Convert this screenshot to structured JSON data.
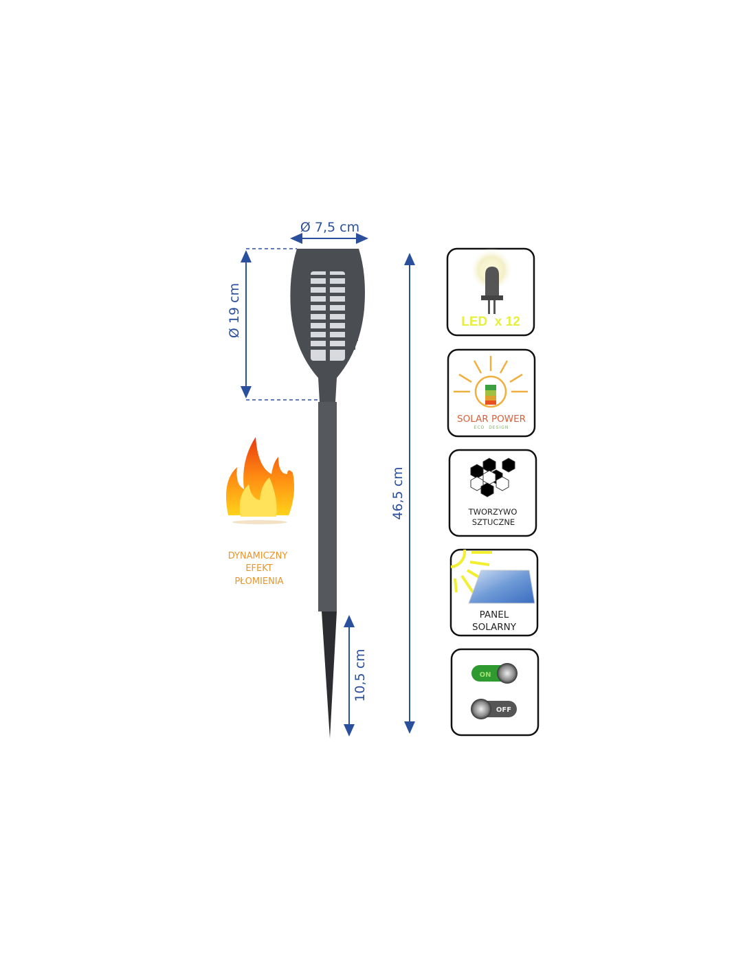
{
  "dimensions": {
    "head_diameter": "Ø 7,5 cm",
    "head_height": "Ø 19 cm",
    "total_height": "46,5 cm",
    "spike_length": "10,5 cm"
  },
  "flame_effect": {
    "lines": [
      "DYNAMICZNY",
      "EFEKT",
      "PŁOMIENIA"
    ]
  },
  "features": [
    {
      "icon": "led-icon",
      "label": "LED  x 12"
    },
    {
      "icon": "solar-power-icon",
      "label": "SOLAR POWER",
      "sublabel": "ECO  DESIGN"
    },
    {
      "icon": "plastic-hexagon-icon",
      "lines": [
        "TWORZYWO",
        "SZTUCZNE"
      ]
    },
    {
      "icon": "solar-panel-icon",
      "lines": [
        "PANEL",
        "SOLARNY"
      ]
    },
    {
      "icon": "on-off-switch-icon",
      "on_label": "ON",
      "off_label": "OFF"
    }
  ],
  "colors": {
    "dimension": "#2a4f9c",
    "orange_text": "#e8952a",
    "led_text": "#e6f03a",
    "torch": "#4a4d52"
  }
}
